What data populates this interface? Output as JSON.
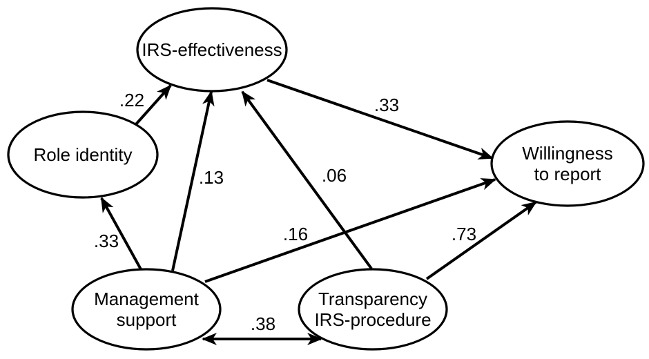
{
  "figure": {
    "type": "structural-path-diagram",
    "colors": {
      "background": "#ffffff",
      "line": "#000000",
      "text": "#000000"
    },
    "nodes": [
      {
        "id": "irs-effectiveness",
        "label": "IRS-effectiveness"
      },
      {
        "id": "role-identity",
        "label": "Role identity"
      },
      {
        "id": "willingness-to-report",
        "label": "Willingness to report",
        "label_line1": "Willingness",
        "label_line2": "to report"
      },
      {
        "id": "management-support",
        "label": "Management support",
        "label_line1": "Management",
        "label_line2": "support"
      },
      {
        "id": "transparency-irs-procedure",
        "label": "Transparency IRS-procedure",
        "label_line1": "Transparency",
        "label_line2": "IRS-procedure"
      }
    ],
    "edges": [
      {
        "from": "role-identity",
        "to": "irs-effectiveness",
        "type": "directed",
        "coefficient": ".22"
      },
      {
        "from": "management-support",
        "to": "role-identity",
        "type": "directed",
        "coefficient": ".33"
      },
      {
        "from": "management-support",
        "to": "irs-effectiveness",
        "type": "directed",
        "coefficient": ".13"
      },
      {
        "from": "transparency-irs-procedure",
        "to": "irs-effectiveness",
        "type": "directed",
        "coefficient": ".06"
      },
      {
        "from": "irs-effectiveness",
        "to": "willingness-to-report",
        "type": "directed",
        "coefficient": ".33"
      },
      {
        "from": "management-support",
        "to": "willingness-to-report",
        "type": "directed",
        "coefficient": ".16"
      },
      {
        "from": "transparency-irs-procedure",
        "to": "willingness-to-report",
        "type": "directed",
        "coefficient": ".73"
      },
      {
        "from": "management-support",
        "to": "transparency-irs-procedure",
        "type": "bidirectional",
        "coefficient": ".38"
      }
    ]
  }
}
